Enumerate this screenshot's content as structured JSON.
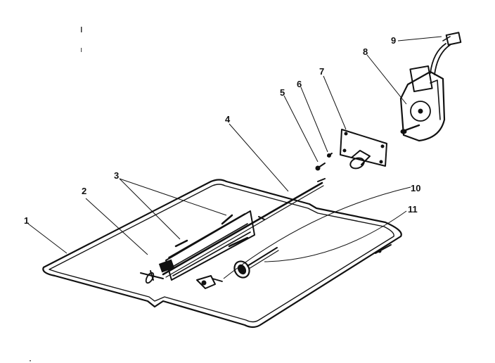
{
  "diagram": {
    "callouts": [
      {
        "id": "c1",
        "text": "1"
      },
      {
        "id": "c2",
        "text": "2"
      },
      {
        "id": "c3",
        "text": "3"
      },
      {
        "id": "c4",
        "text": "4"
      },
      {
        "id": "c5",
        "text": "5"
      },
      {
        "id": "c6",
        "text": "6"
      },
      {
        "id": "c7",
        "text": "7"
      },
      {
        "id": "c8",
        "text": "8"
      },
      {
        "id": "c9",
        "text": "9"
      },
      {
        "id": "c10",
        "text": "10"
      },
      {
        "id": "c11",
        "text": "11"
      }
    ],
    "ink_color": "#111111",
    "background_color": "#ffffff"
  }
}
